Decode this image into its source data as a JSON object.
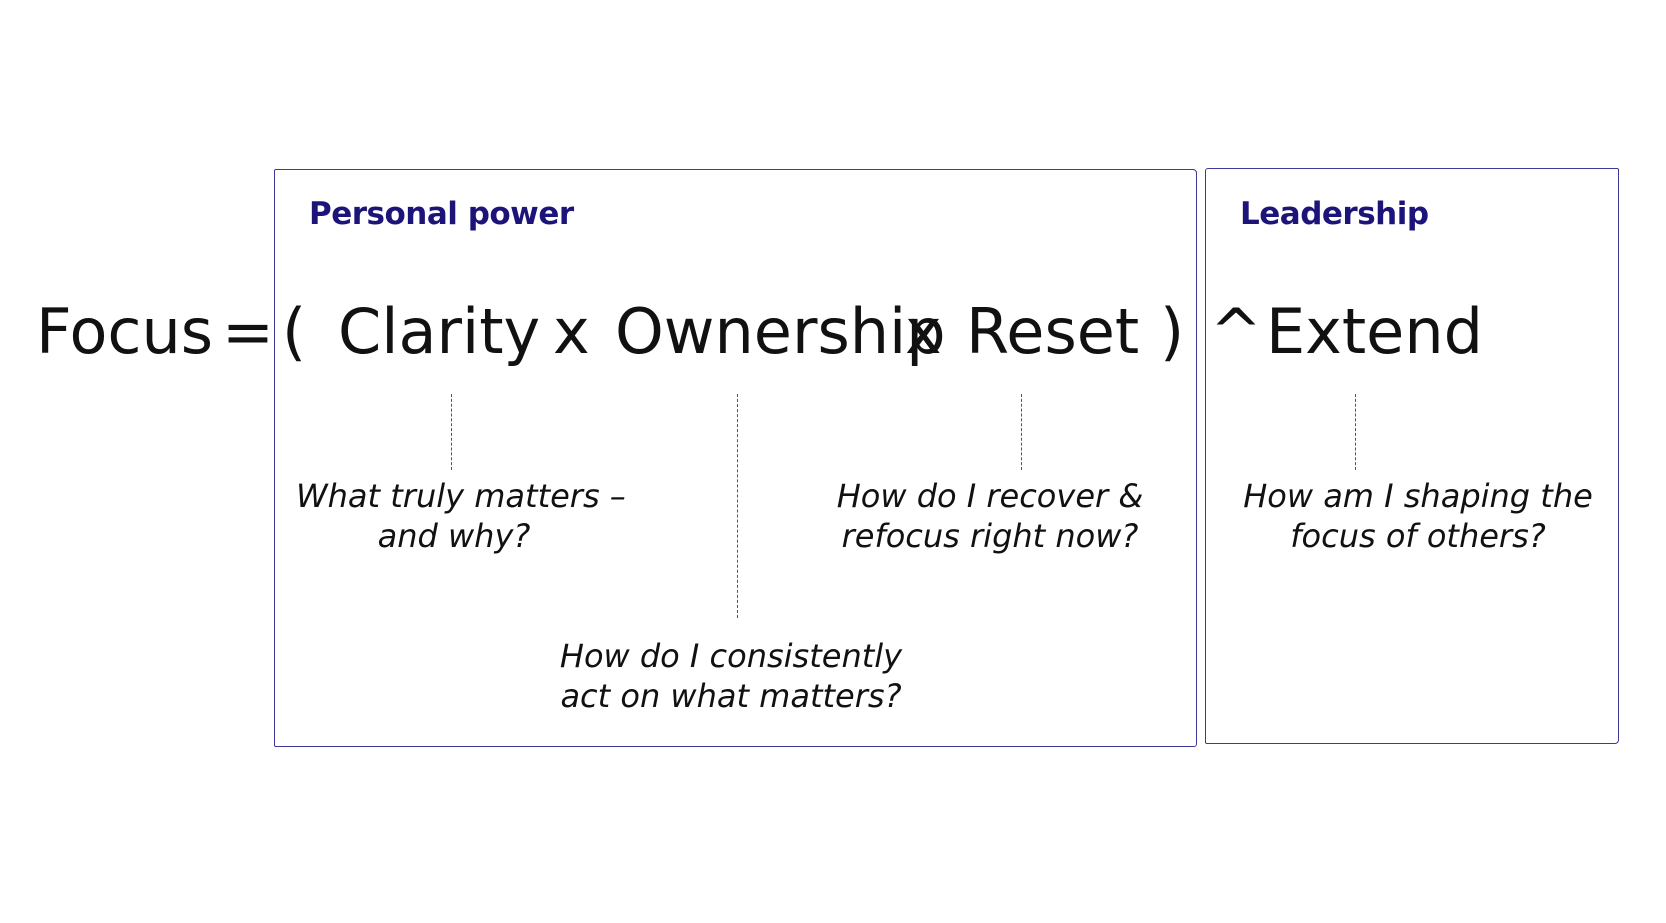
{
  "groups": {
    "personal_power": {
      "title": "Personal power"
    },
    "leadership": {
      "title": "Leadership"
    }
  },
  "formula": {
    "focus": "Focus",
    "equals": "=",
    "open_paren": "(",
    "clarity": "Clarity",
    "times_1": "x",
    "ownership": "Ownership",
    "times_2": "x",
    "reset": "Reset",
    "close_paren": ")",
    "power": "^",
    "extend": "Extend"
  },
  "questions": {
    "clarity": [
      "What truly matters –",
      "and why?"
    ],
    "ownership": [
      "How do I consistently",
      "act on what matters?"
    ],
    "reset": [
      "How do I recover &",
      "refocus right now?"
    ],
    "extend": [
      "How am I shaping the",
      "focus of others?"
    ]
  },
  "colors": {
    "box_border": "#3b3a9a",
    "title": "#1c1478",
    "text": "#111111",
    "connector": "#4a49a8"
  }
}
